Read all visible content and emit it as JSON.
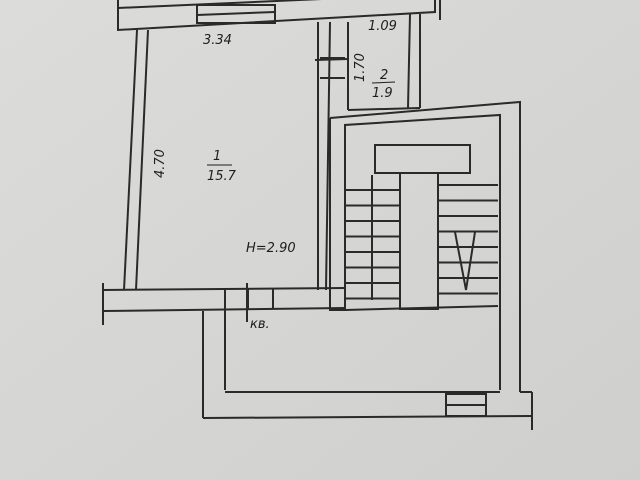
{
  "plan": {
    "room1": {
      "number": "1",
      "area": "15.7",
      "width": "3.34",
      "length": "4.70"
    },
    "room2": {
      "number": "2",
      "area": "1.9",
      "width": "1.09",
      "length": "1.70"
    },
    "ceiling_height": "H=2.90",
    "apartment_label": "кв."
  },
  "colors": {
    "paper": "#d4d4d2",
    "ink": "#2a2a2a"
  }
}
